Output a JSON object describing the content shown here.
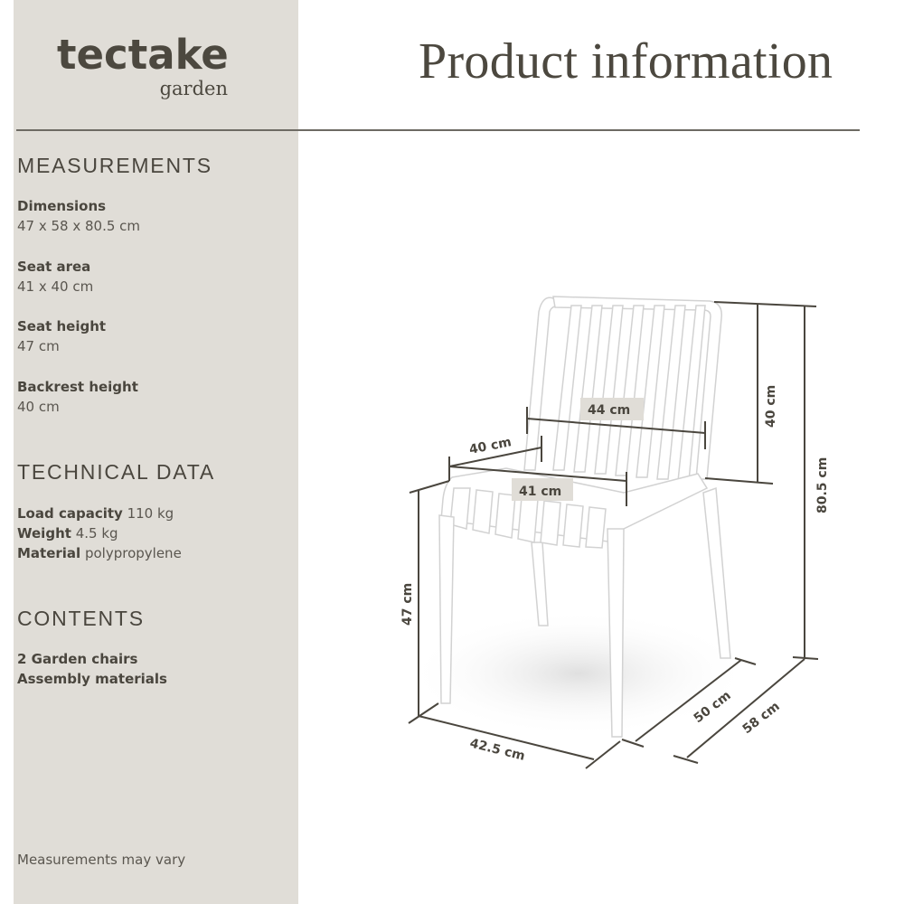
{
  "brand": {
    "name": "tectake",
    "subline": "garden"
  },
  "header": {
    "title": "Product information"
  },
  "sections": {
    "measurements": {
      "title": "MEASUREMENTS",
      "items": [
        {
          "label": "Dimensions",
          "value": "47 x 58 x 80.5 cm"
        },
        {
          "label": "Seat area",
          "value": "41 x 40 cm"
        },
        {
          "label": "Seat height",
          "value": "47 cm"
        },
        {
          "label": "Backrest height",
          "value": "40 cm"
        }
      ]
    },
    "technical": {
      "title": "TECHNICAL DATA",
      "items": [
        {
          "label": "Load capacity",
          "value": "110 kg"
        },
        {
          "label": "Weight",
          "value": "4.5 kg"
        },
        {
          "label": "Material",
          "value": "polypropylene"
        }
      ]
    },
    "contents": {
      "title": "CONTENTS",
      "items": [
        "2 Garden chairs",
        "Assembly materials"
      ]
    }
  },
  "footnote": "Measurements may vary",
  "diagram": {
    "labels": {
      "backrest_width": "44 cm",
      "seat_depth": "40 cm",
      "seat_width": "41 cm",
      "backrest_height": "40 cm",
      "total_height": "80.5 cm",
      "seat_height": "47 cm",
      "base_width": "42.5 cm",
      "leg_depth": "50 cm",
      "total_depth": "58 cm"
    }
  },
  "colors": {
    "sidebar_bg": "#e0ddd7",
    "text": "#4a463e",
    "label_box": "#e0ddd7"
  }
}
